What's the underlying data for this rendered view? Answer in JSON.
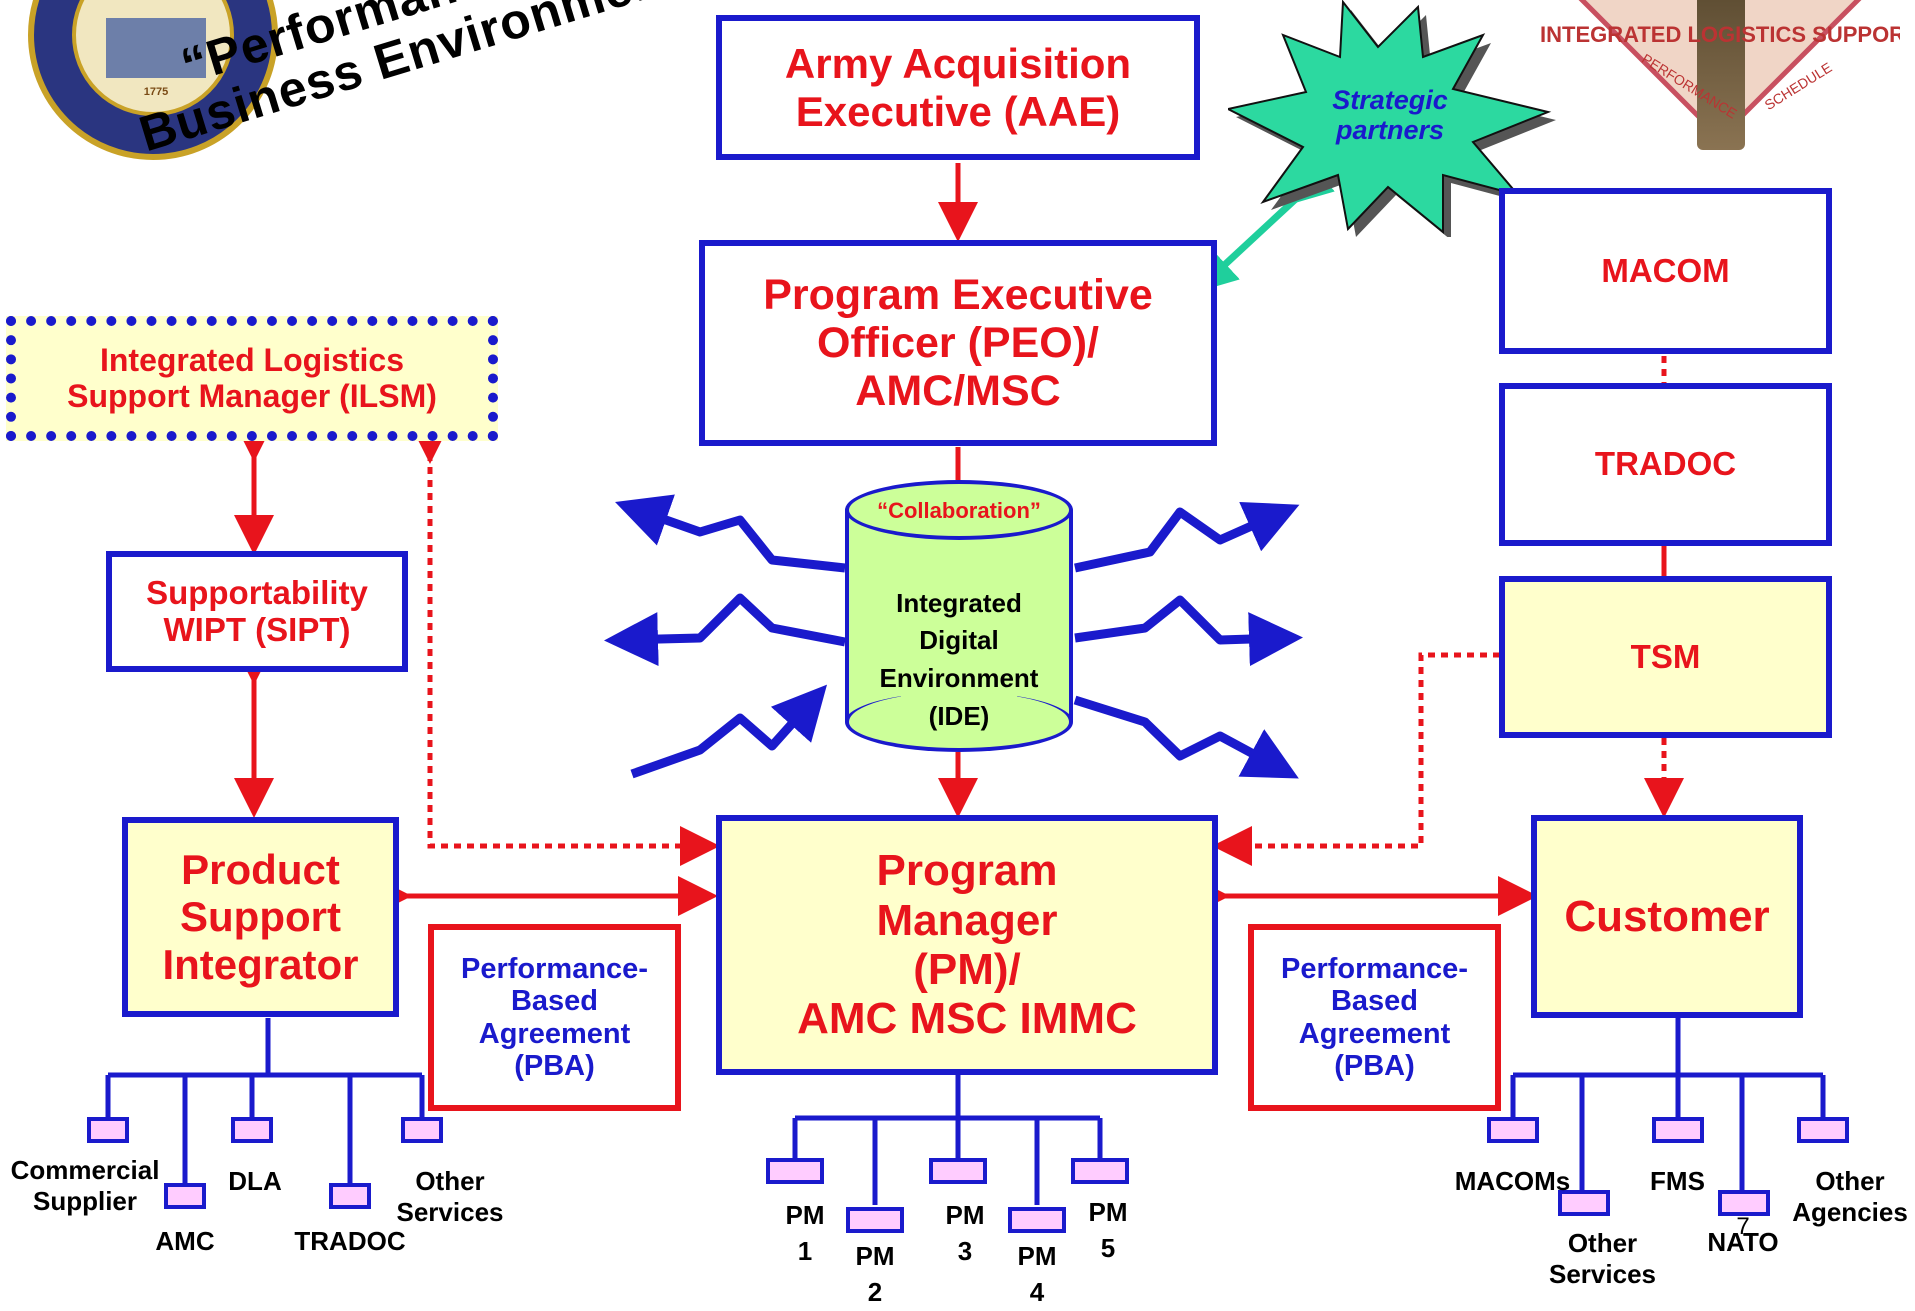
{
  "title": {
    "line1": "“Performance-Based",
    "line2": "Business Environment”"
  },
  "strategic_partners": "Strategic\npartners",
  "army_seal_text": "1775",
  "ils_logo": {
    "band": "INTEGRATED LOGISTICS SUPPORT",
    "top": "SUPPO",
    "left": "PERFORMANCE",
    "right": "SCHEDULE"
  },
  "boxes": {
    "aae": "Army Acquisition\nExecutive (AAE)",
    "peo": "Program Executive\nOfficer (PEO)/\nAMC/MSC",
    "ilsm": "Integrated Logistics\nSupport Manager (ILSM)",
    "sipt": "Supportability\nWIPT (SIPT)",
    "psi": "Product\nSupport\nIntegrator",
    "pm": "Program\nManager\n(PM)/\nAMC MSC IMMC",
    "customer": "Customer",
    "macom": "MACOM",
    "tradoc": "TRADOC",
    "tsm": "TSM",
    "pba_left": "Performance-\nBased\nAgreement\n(PBA)",
    "pba_right": "Performance-\nBased\nAgreement\n(PBA)"
  },
  "ide": {
    "collab": "“Collaboration”",
    "label": "Integrated\nDigital\nEnvironment\n(IDE)"
  },
  "psi_children": [
    "Commercial\nSupplier",
    "AMC",
    "DLA",
    "TRADOC",
    "Other\nServices"
  ],
  "pm_children": [
    "PM\n1",
    "PM\n2",
    "PM\n3",
    "PM\n4",
    "PM\n5"
  ],
  "customer_children": [
    "MACOMs",
    "Other\nServices",
    "FMS",
    "NATO",
    "Other\nAgencies"
  ],
  "page_number": "7",
  "colors": {
    "red": "#e8141c",
    "blue": "#1a1acc",
    "teal": "#1fcf9c",
    "green": "#2cd9a0",
    "cylinder": "#ccff99",
    "yellow": "#ffffcc",
    "pink": "#ffccff"
  }
}
